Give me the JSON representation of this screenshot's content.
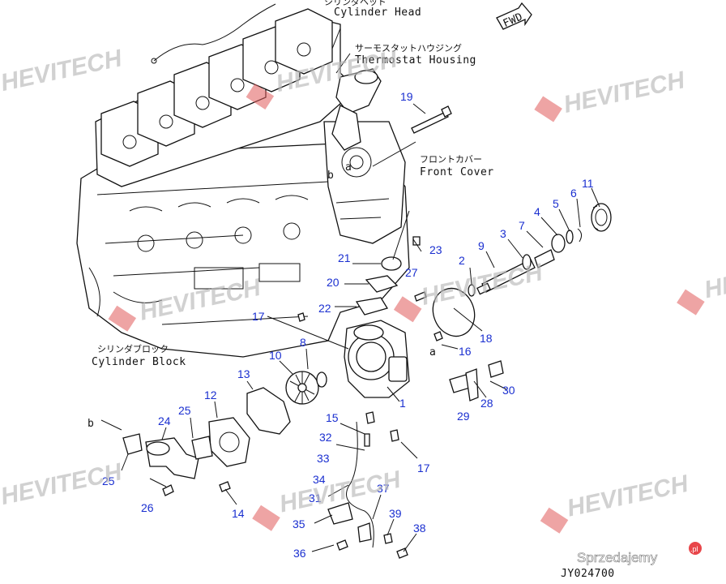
{
  "labels": {
    "cylinder_head_jp": "シリンダヘッド",
    "cylinder_head": "Cylinder Head",
    "thermostat_jp": "サーモスタットハウジング",
    "thermostat": "Thermostat Housing",
    "front_cover_jp": "フロントカバー",
    "front_cover": "Front Cover",
    "block_jp": "シリンダブロック",
    "block": "Cylinder Block",
    "fwd": "FWD",
    "drawing_no": "JY024700",
    "letter_a": "a",
    "letter_b": "b"
  },
  "part_numbers": {
    "n1": "1",
    "n2": "2",
    "n3": "3",
    "n4": "4",
    "n5": "5",
    "n6": "6",
    "n7": "7",
    "n8": "8",
    "n9": "9",
    "n10": "10",
    "n11": "11",
    "n12": "12",
    "n13": "13",
    "n14": "14",
    "n15": "15",
    "n16": "16",
    "n17a": "17",
    "n17b": "17",
    "n18": "18",
    "n19": "19",
    "n20": "20",
    "n21": "21",
    "n22": "22",
    "n23": "23",
    "n24": "24",
    "n25a": "25",
    "n25b": "25",
    "n26": "26",
    "n27": "27",
    "n28": "28",
    "n29": "29",
    "n30": "30",
    "n31": "31",
    "n32": "32",
    "n33": "33",
    "n34": "34",
    "n35": "35",
    "n36": "36",
    "n37": "37",
    "n38": "38",
    "n39": "39"
  },
  "watermark": {
    "brand": "HEVITECH",
    "site": "Sprzedajemy",
    "site_suffix": ".pl"
  },
  "colors": {
    "part_number": "#1a2fd0",
    "watermark_text": "#b9b9b9",
    "watermark_logo": "#e05a5a",
    "site_badge": "#e8464a"
  }
}
